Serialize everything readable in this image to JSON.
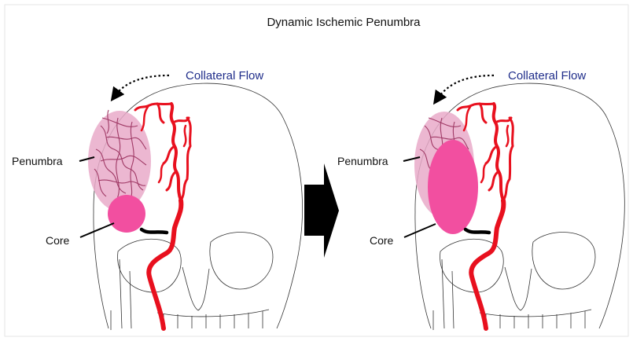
{
  "title": "Dynamic Ischemic Penumbra",
  "colors": {
    "artery": "#e8101e",
    "core": "#f24fa0",
    "penumbra": "#e9aac9",
    "vessel_net": "#a03a66",
    "flow_label": "#1f2d8a",
    "arrow": "#000000"
  },
  "panels": [
    {
      "stage": "before",
      "collateral_label": "Collateral Flow",
      "penumbra_label": "Penumbra",
      "core_label": "Core",
      "core_size": "small"
    },
    {
      "stage": "after",
      "collateral_label": "Collateral Flow",
      "penumbra_label": "Penumbra",
      "core_label": "Core",
      "core_size": "large"
    }
  ],
  "transition_arrow_icon": "right-arrow-icon",
  "collateral_arrow_icon": "dotted-curved-arrow-icon"
}
